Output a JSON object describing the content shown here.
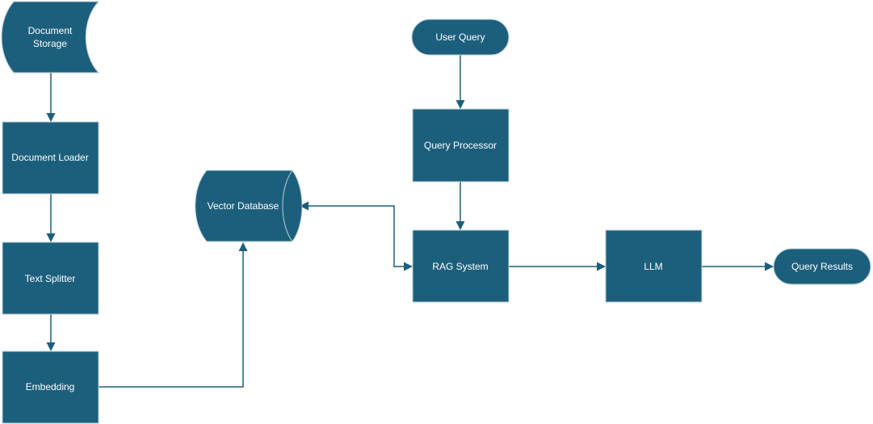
{
  "nodes": {
    "document_storage": {
      "line1": "Document",
      "line2": "Storage"
    },
    "document_loader": {
      "label": "Document Loader"
    },
    "text_splitter": {
      "label": "Text Splitter"
    },
    "embedding": {
      "label": "Embedding"
    },
    "vector_database": {
      "label": "Vector Database"
    },
    "user_query": {
      "label": "User Query"
    },
    "query_processor": {
      "label": "Query Processor"
    },
    "rag_system": {
      "label": "RAG System"
    },
    "llm": {
      "label": "LLM"
    },
    "query_results": {
      "label": "Query Results"
    }
  },
  "edges": [
    {
      "from": "Document Storage",
      "to": "Document Loader"
    },
    {
      "from": "Document Loader",
      "to": "Text Splitter"
    },
    {
      "from": "Text Splitter",
      "to": "Embedding"
    },
    {
      "from": "Embedding",
      "to": "Vector Database"
    },
    {
      "from": "RAG System",
      "to": "Vector Database",
      "bidirectional": true
    },
    {
      "from": "User Query",
      "to": "Query Processor"
    },
    {
      "from": "Query Processor",
      "to": "RAG System"
    },
    {
      "from": "RAG System",
      "to": "LLM"
    },
    {
      "from": "LLM",
      "to": "Query Results"
    }
  ],
  "colors": {
    "node_fill": "#1c5f7c",
    "connector": "#1c5f7c",
    "text": "#ffffff"
  }
}
